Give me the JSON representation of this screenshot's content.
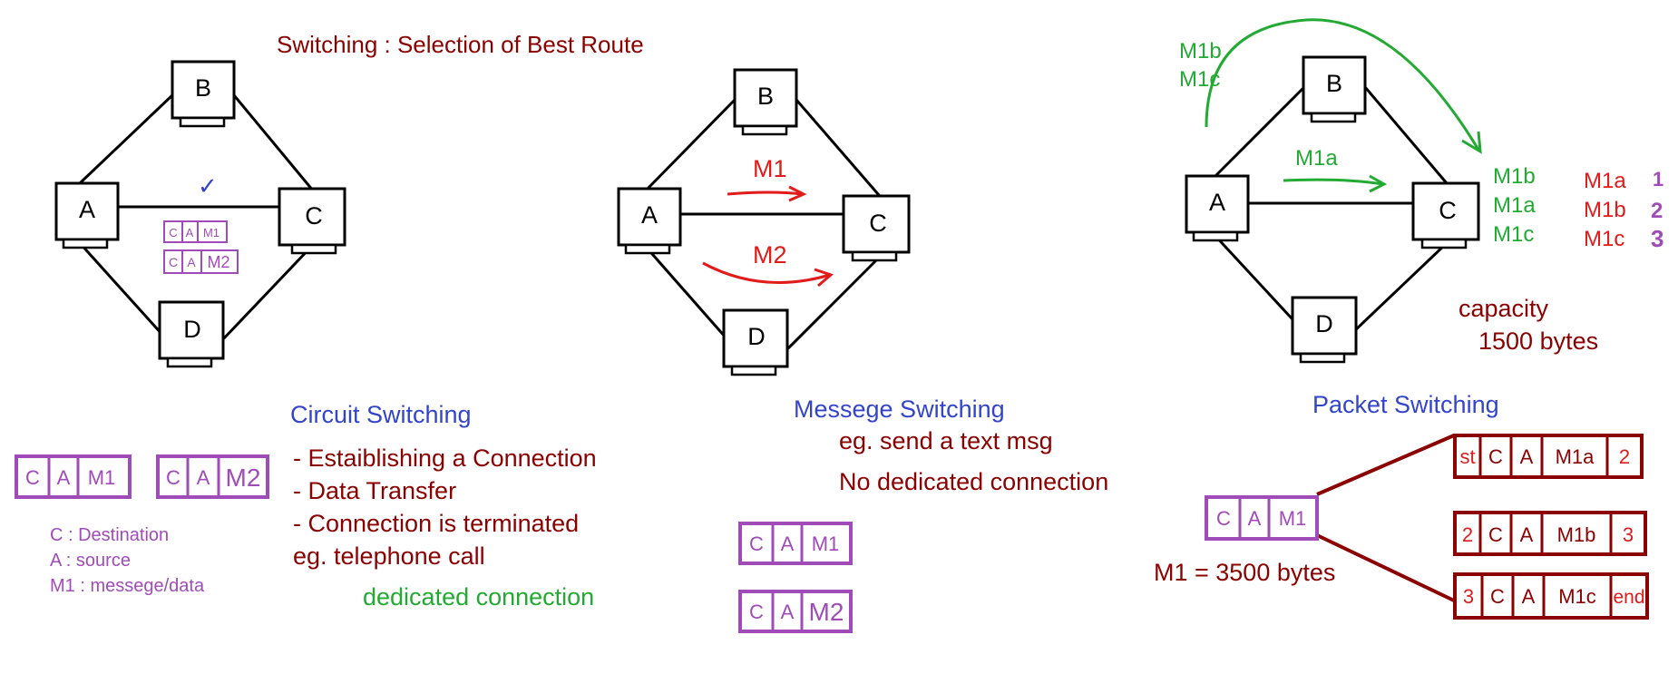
{
  "colors": {
    "dark_red": "#8b0000",
    "red": "#e11a1a",
    "blue": "#3344cc",
    "green": "#22aa33",
    "purple": "#a04cb8",
    "black": "#000000"
  },
  "title": "Switching : Selection of Best Route",
  "nodes": {
    "a": "A",
    "b": "B",
    "c": "C",
    "d": "D"
  },
  "circuit": {
    "check": "✓",
    "heading": "Circuit Switching",
    "mini_packets": [
      [
        "C",
        "A",
        "M1"
      ],
      [
        "C",
        "A",
        "M2"
      ]
    ],
    "packets": [
      [
        "C",
        "A",
        "M1"
      ],
      [
        "C",
        "A",
        "M2"
      ]
    ],
    "legend": [
      "C : Destination",
      "A : source",
      "M1 : messege/data"
    ],
    "steps": [
      "- Estaiblishing a Connection",
      "- Data Transfer",
      "- Connection is terminated",
      "eg. telephone call"
    ],
    "note": "dedicated connection"
  },
  "message": {
    "route_labels": [
      "M1",
      "M2"
    ],
    "heading": "Messege Switching",
    "example": "eg. send a text msg",
    "note": "No dedicated connection",
    "packets": [
      [
        "C",
        "A",
        "M1"
      ],
      [
        "C",
        "A",
        "M2"
      ]
    ]
  },
  "packet": {
    "route_labels": [
      "M1b",
      "M1c",
      "M1a"
    ],
    "arrival_order": [
      "M1b",
      "M1a",
      "M1c"
    ],
    "reassembled": [
      "M1a",
      "M1b",
      "M1c"
    ],
    "sequence": [
      "1",
      "2",
      "3"
    ],
    "capacity": [
      "capacity",
      "1500 bytes"
    ],
    "heading": "Packet Switching",
    "source_packet": [
      "C",
      "A",
      "M1"
    ],
    "size_note": "M1 = 3500 bytes",
    "fragments": [
      [
        "st",
        "C",
        "A",
        "M1a",
        "2"
      ],
      [
        "2",
        "C",
        "A",
        "M1b",
        "3"
      ],
      [
        "3",
        "C",
        "A",
        "M1c",
        "end"
      ]
    ]
  }
}
